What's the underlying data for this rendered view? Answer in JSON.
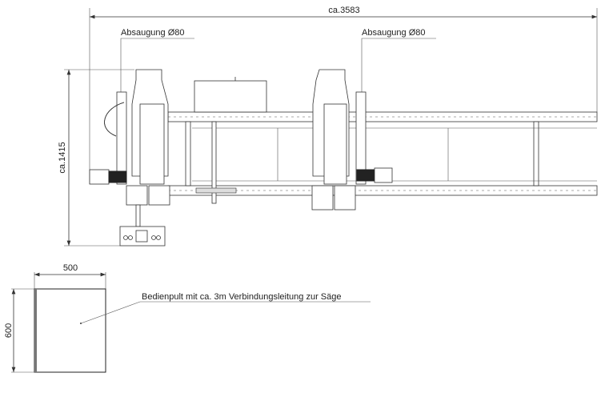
{
  "drawing": {
    "overall_width_label": "ca.3583",
    "overall_height_label": "ca.1415",
    "left_extraction_label": "Absaugung Ø80",
    "right_extraction_label": "Absaugung Ø80",
    "console_width_label": "500",
    "console_depth_label": "600",
    "console_note": "Bedienpult mit ca. 3m Verbindungsleitung zur Säge"
  }
}
